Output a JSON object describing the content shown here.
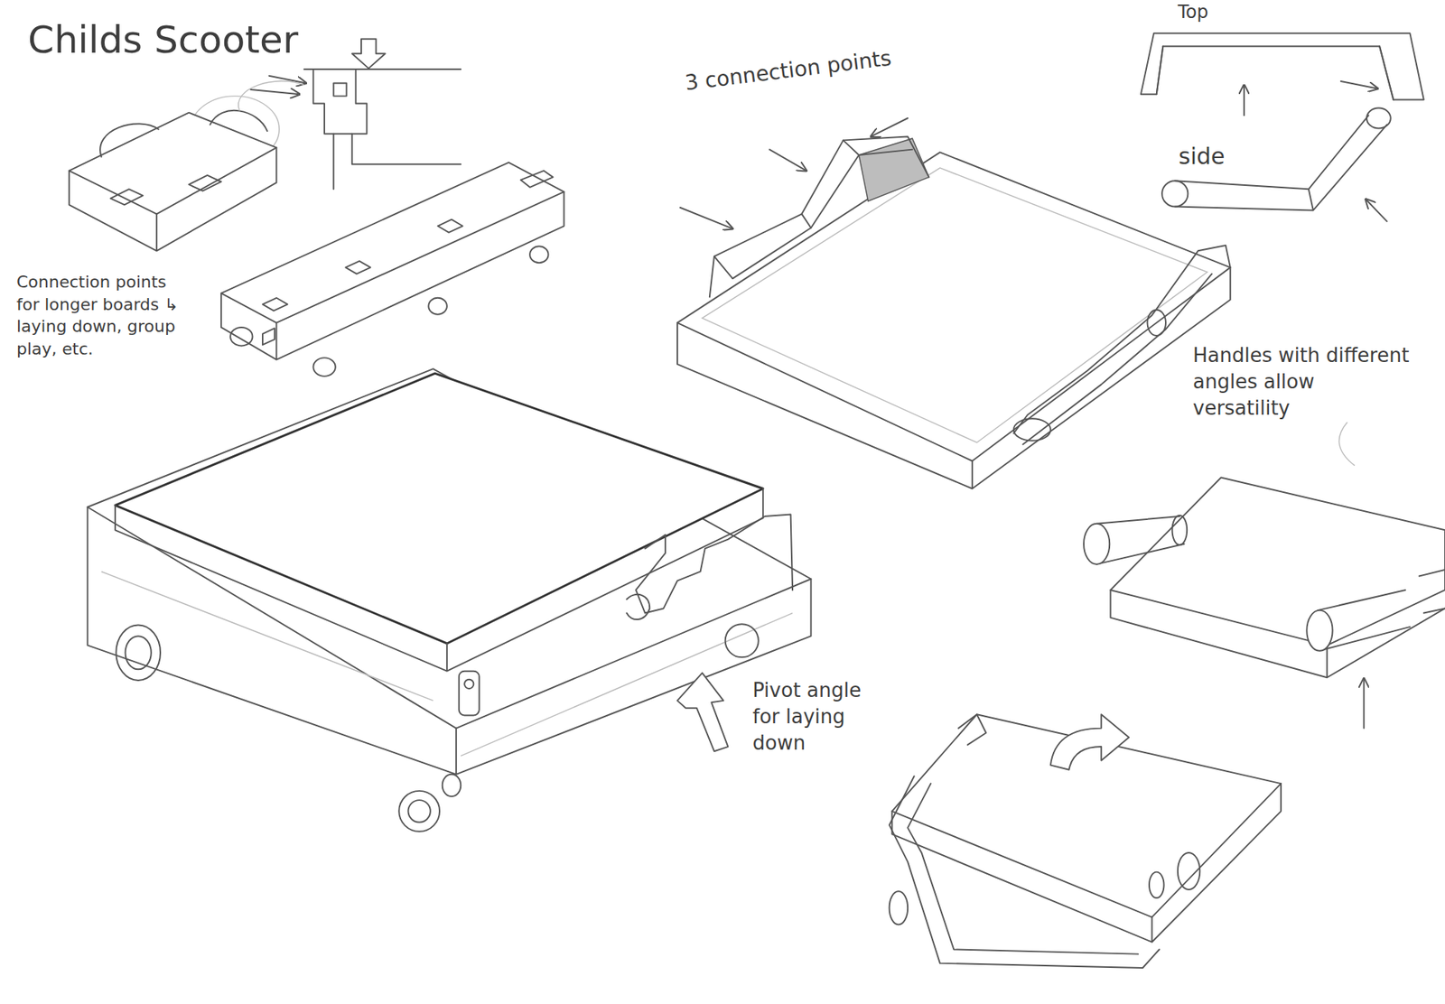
{
  "diagram": {
    "title": "Childs Scooter",
    "labels": [
      "Connection points for longer boards ↳ laying down, group play, etc.",
      "3 connection points",
      "Top",
      "side",
      "Handles with different angles allow versatility",
      "Pivot angle for laying down"
    ]
  }
}
